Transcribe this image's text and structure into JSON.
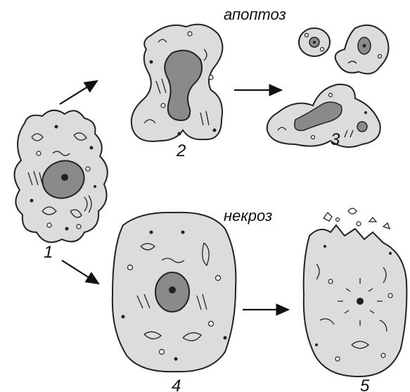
{
  "diagram": {
    "heading_apoptosis": "апоптоз",
    "heading_necrosis": "некроз",
    "stage_labels": [
      "1",
      "2",
      "3",
      "4",
      "5"
    ]
  },
  "colors": {
    "cytoplasm": "#dcdcdc",
    "nucleus": "#8a8a8a",
    "outline": "#222222",
    "background": "#ffffff"
  }
}
